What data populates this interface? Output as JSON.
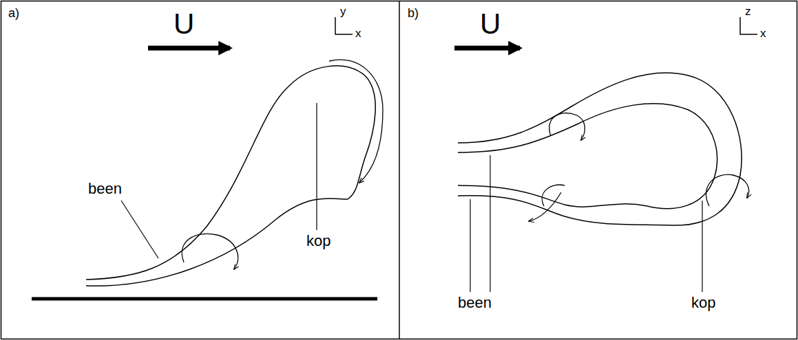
{
  "diagram": {
    "labels": [
      "a)",
      "U",
      "y",
      "x",
      "been",
      "kop",
      "b)",
      "U",
      "z",
      "x",
      "been",
      "kop"
    ]
  }
}
